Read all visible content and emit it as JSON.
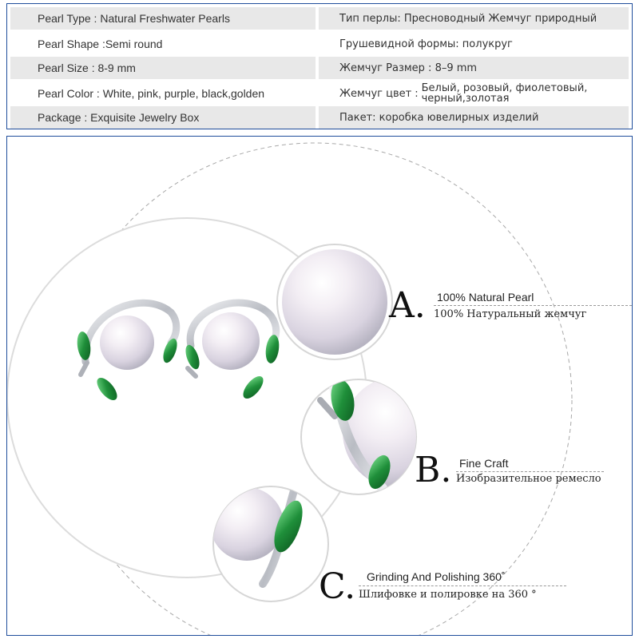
{
  "specs": [
    {
      "en": "Pearl Type : Natural Freshwater Pearls",
      "ru": "Тип перлы: Пресноводный Жемчуг природный"
    },
    {
      "en": "Pearl Shape :Semi round",
      "ru": "Грушевидной формы: полукруг"
    },
    {
      "en": "Pearl Size : 8-9 mm",
      "ru": "Жемчуг Размер : 8–9 mm"
    },
    {
      "en": "Pearl Color : White, pink, purple, black,golden",
      "ru_label": "Жемчуг цвет",
      "ru_sep": ":",
      "ru_line1": "Белый, розовый, фиолетовый,",
      "ru_line2": "черный,золотая"
    },
    {
      "en": "Package : Exquisite Jewelry Box",
      "ru": "Пакет: коробка ювелирных изделий"
    }
  ],
  "callouts": [
    {
      "letter": "A.",
      "en": "100% Natural Pearl",
      "ru": "100% Натуральный жемчуг"
    },
    {
      "letter": "B.",
      "en": "Fine Craft",
      "ru": "Изобразительное ремесло"
    },
    {
      "letter": "C.",
      "en": "Grinding And Polishing 360˚",
      "ru": "Шлифовке и полировке на 360 °"
    }
  ],
  "colors": {
    "border": "#1f4d9b",
    "row_shade": "#e8e8e8",
    "gem_green": "#1f8f3a",
    "silver": "#c9cbd0"
  }
}
